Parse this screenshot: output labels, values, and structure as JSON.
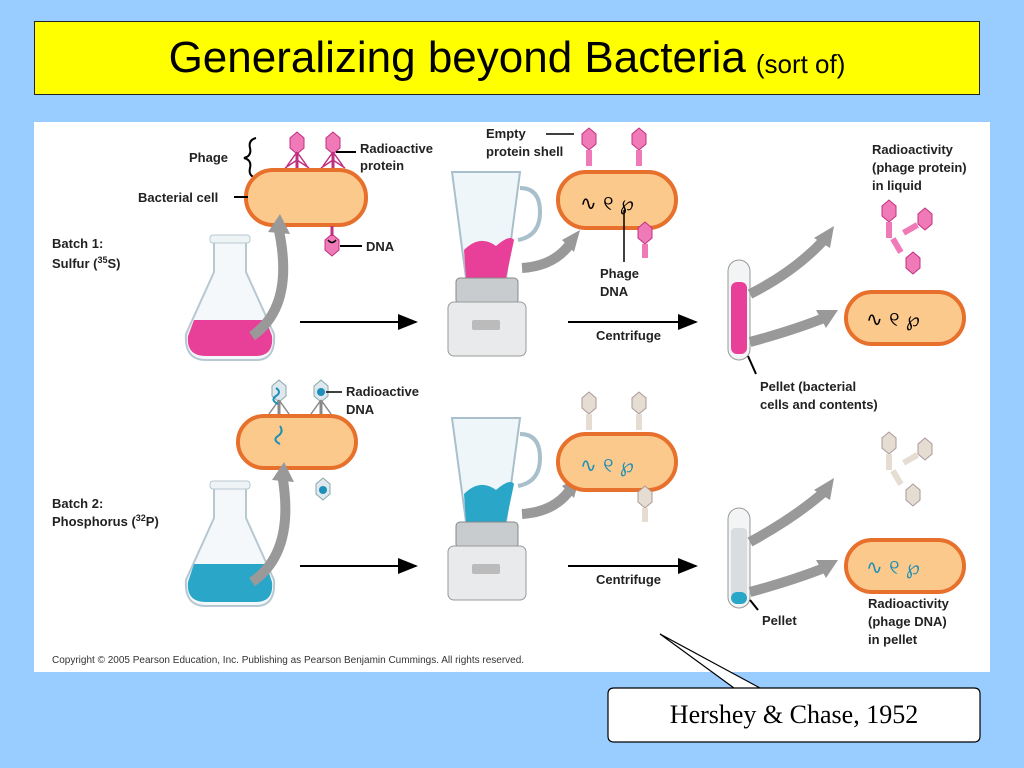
{
  "slide": {
    "title": "Generalizing beyond Bacteria",
    "title_suffix": "(sort of)",
    "callout": "Hershey & Chase, 1952"
  },
  "figure": {
    "phage": "Phage",
    "radioactive_protein_1": "Radioactive",
    "radioactive_protein_2": "protein",
    "bacterial_cell": "Bacterial cell",
    "dna": "DNA",
    "batch1_1": "Batch 1:",
    "batch1_2a": "Sulfur (",
    "batch1_2sup": "35",
    "batch1_2b": "S)",
    "empty_shell_1": "Empty",
    "empty_shell_2": "protein shell",
    "phage_dna_1": "Phage",
    "phage_dna_2": "DNA",
    "radioactivity_liquid_1": "Radioactivity",
    "radioactivity_liquid_2": "(phage protein)",
    "radioactivity_liquid_3": "in liquid",
    "centrifuge_1": "Centrifuge",
    "pellet_bacterial_1": "Pellet (bacterial",
    "pellet_bacterial_2": "cells and contents)",
    "radioactive_dna_1": "Radioactive",
    "radioactive_dna_2": "DNA",
    "batch2_1": "Batch 2:",
    "batch2_2a": "Phosphorus (",
    "batch2_2sup": "32",
    "batch2_2b": "P)",
    "centrifuge_2": "Centrifuge",
    "pellet": "Pellet",
    "radioactivity_pellet_1": "Radioactivity",
    "radioactivity_pellet_2": "(phage DNA)",
    "radioactivity_pellet_3": "in pellet",
    "copyright": "Copyright © 2005 Pearson Education, Inc. Publishing as Pearson Benjamin Cummings. All rights reserved."
  },
  "colors": {
    "background": "#99ccff",
    "title_bg": "#ffff00",
    "sulfur_pink": "#e83f98",
    "phosphorus_blue": "#2aa6c8",
    "cell_fill": "#fcc98c",
    "cell_outline": "#e7702c"
  }
}
